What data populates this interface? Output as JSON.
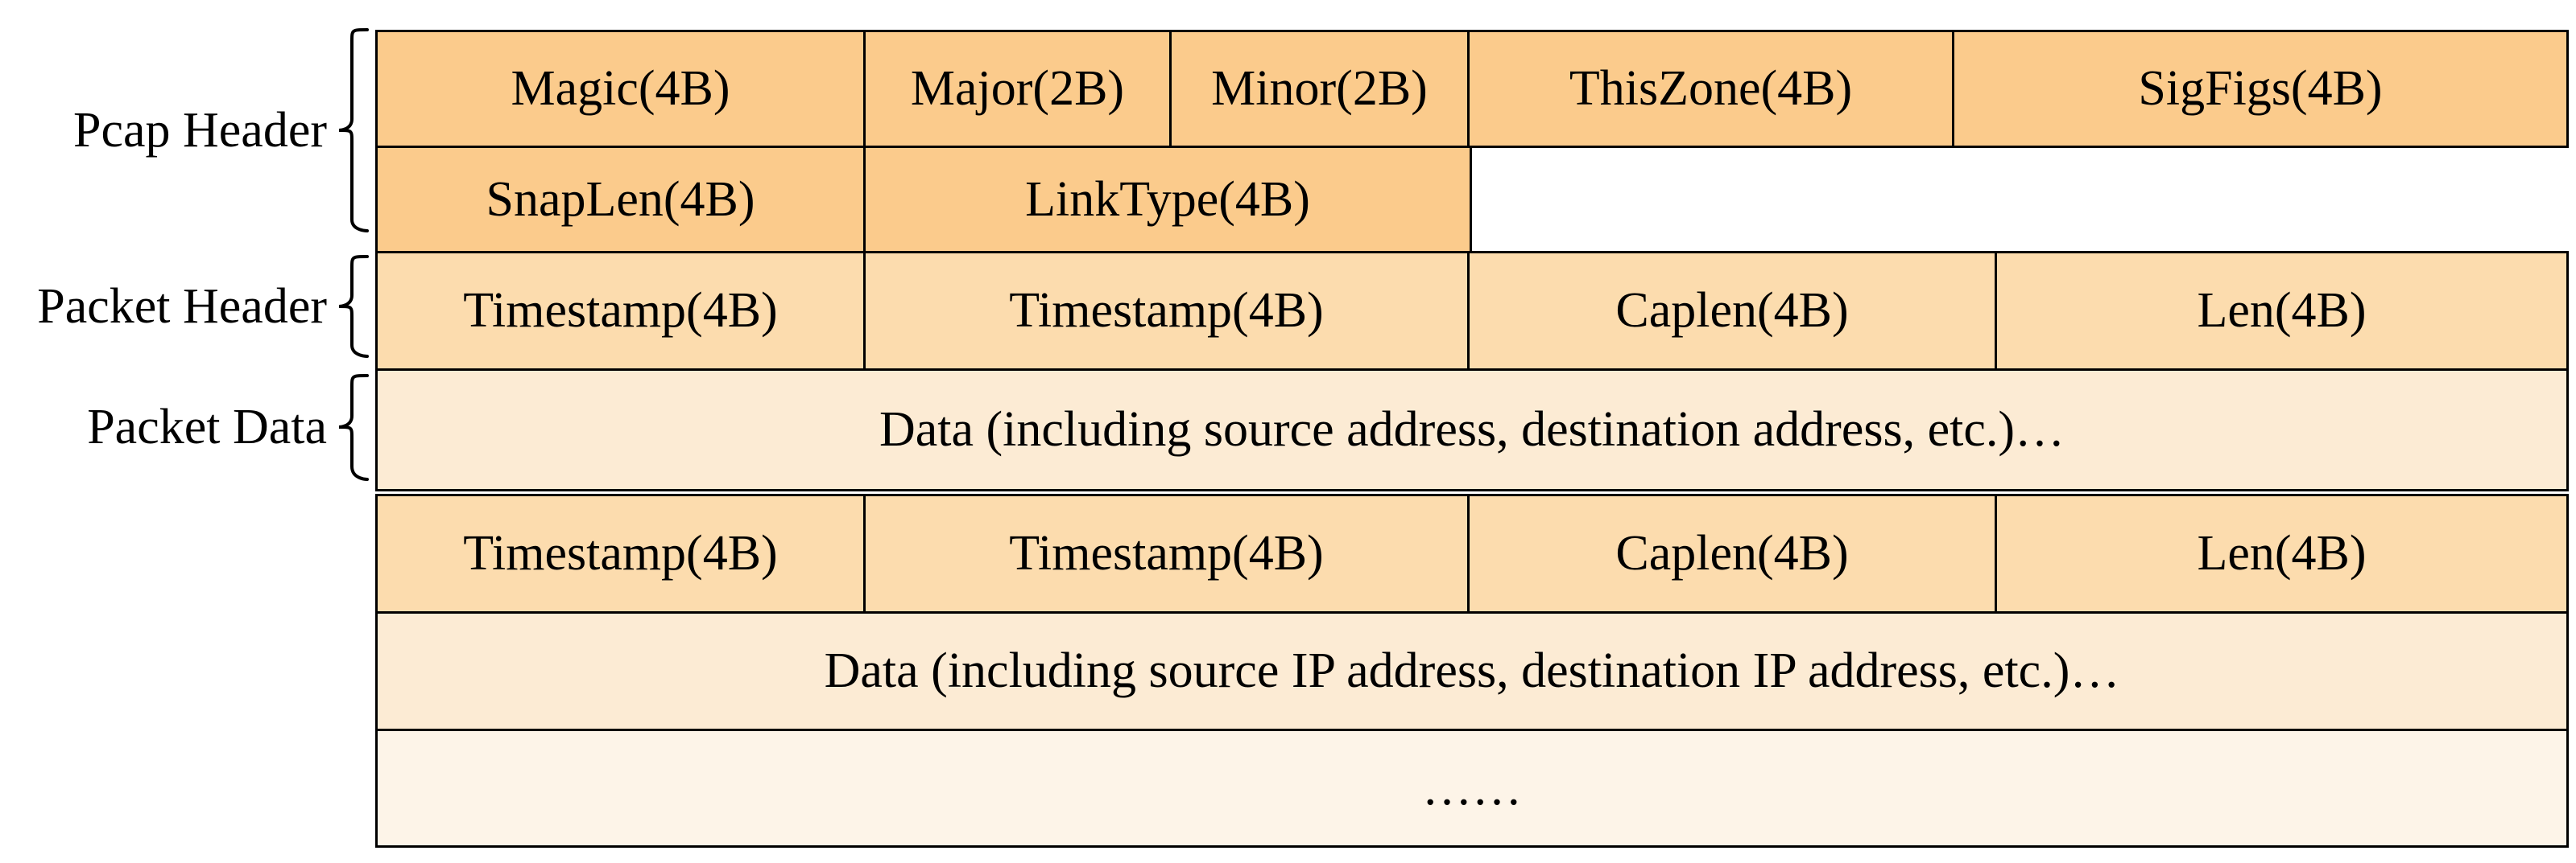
{
  "colors": {
    "pcap_header_fill": "#FBCB8C",
    "packet_header_fill": "#FCDCAE",
    "packet_data_fill": "#FCEBD4",
    "more_row_fill": "#FDF4E8",
    "border": "#000000",
    "background": "#FFFFFF"
  },
  "side_labels": {
    "pcap_header": "Pcap Header",
    "packet_header": "Packet Header",
    "packet_data": "Packet Data"
  },
  "fields": {
    "magic": "Magic(4B)",
    "major": "Major(2B)",
    "minor": "Minor(2B)",
    "thiszone": "ThisZone(4B)",
    "sigfigs": "SigFigs(4B)",
    "snaplen": "SnapLen(4B)",
    "linktype": "LinkType(4B)",
    "timestamp_sec": "Timestamp(4B)",
    "timestamp_usec": "Timestamp(4B)",
    "caplen": "Caplen(4B)",
    "len": "Len(4B)",
    "packet1_data": "Data (including source address, destination address, etc.)…",
    "packet2_data": "Data (including source IP address, destination IP address, etc.)…",
    "more_packets": "……"
  }
}
